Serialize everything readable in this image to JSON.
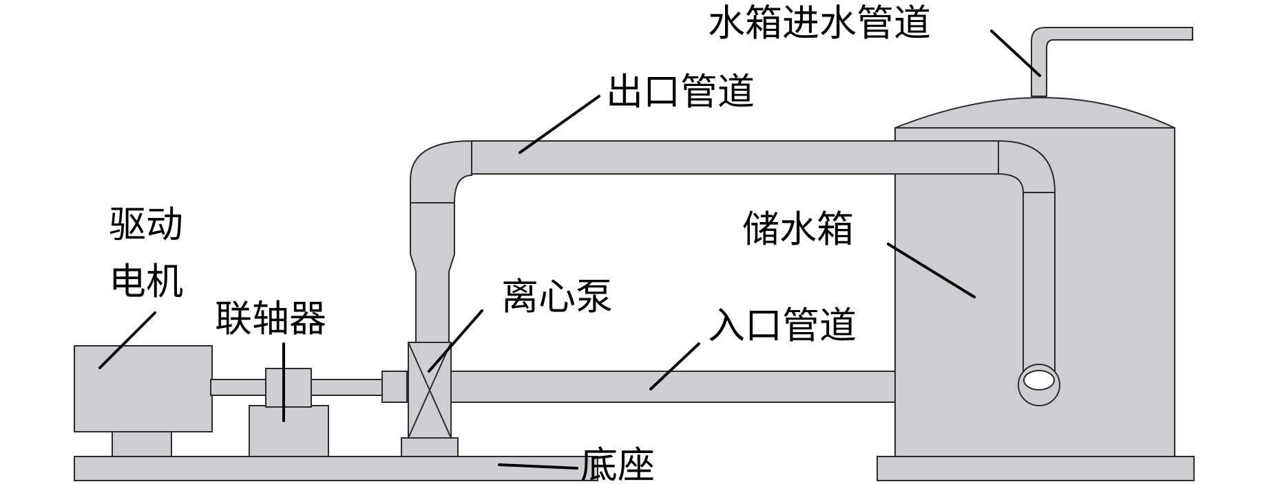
{
  "diagram": {
    "labels": {
      "tank_inlet_pipe": "水箱进水管道",
      "outlet_pipe": "出口管道",
      "drive_motor_line1": "驱动",
      "drive_motor_line2": "电机",
      "coupling": "联轴器",
      "centrifugal_pump": "离心泵",
      "inlet_pipe": "入口管道",
      "water_tank": "储水箱",
      "base": "底座"
    },
    "colors": {
      "part_fill": "#cdcdd2",
      "part_dark": "#b9b9be",
      "outline": "#2a2a2a",
      "text": "#000000",
      "background": "#ffffff"
    }
  }
}
